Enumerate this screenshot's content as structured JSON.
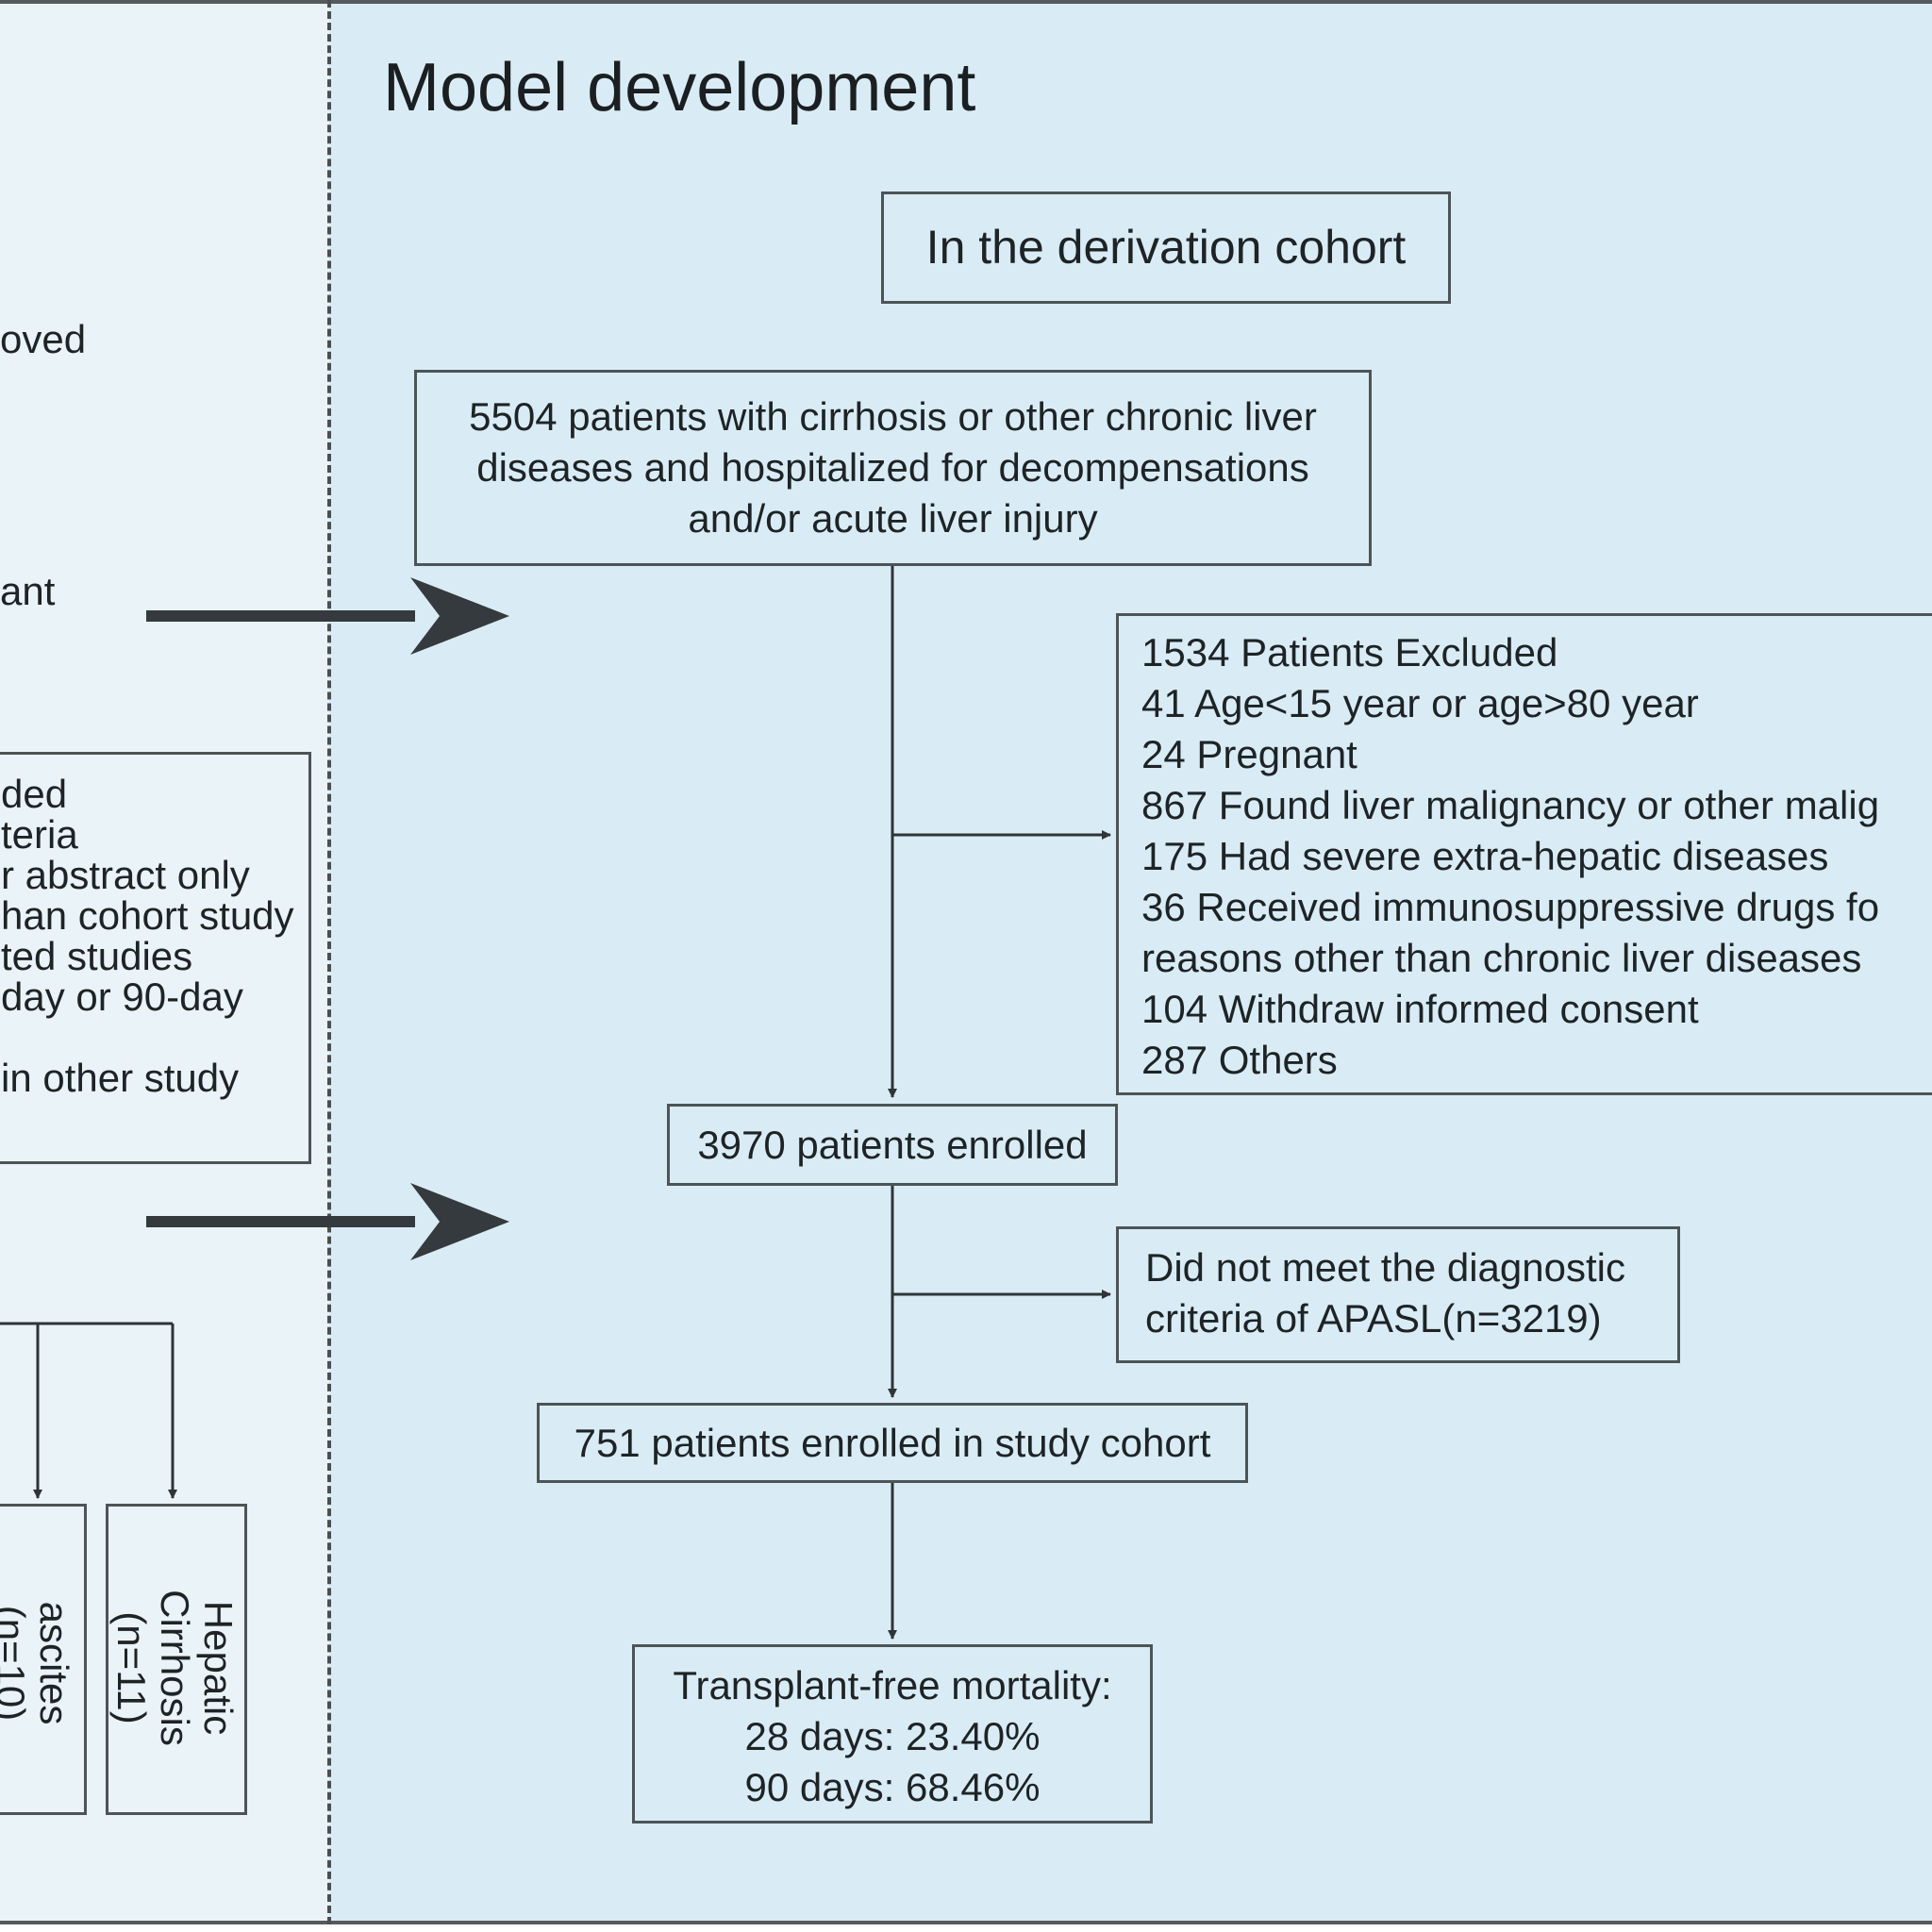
{
  "title": "Model development",
  "derivation_label": "In the derivation cohort",
  "initial_cohort": {
    "lines": [
      "5504 patients with cirrhosis or other chronic liver",
      "diseases and hospitalized for decompensations",
      "and/or acute liver injury"
    ]
  },
  "exclusions": {
    "lines": [
      "1534 Patients Excluded",
      "41 Age<15 year or age>80 year",
      "24 Pregnant",
      "867 Found liver malignancy or other malig",
      "175 Had severe extra-hepatic diseases",
      "36 Received immunosuppressive drugs fo",
      "reasons other than chronic liver diseases",
      "104 Withdraw informed consent",
      "287 Others"
    ]
  },
  "enrolled": "3970 patients enrolled",
  "apasl_exclusion": {
    "lines": [
      "Did not meet the diagnostic",
      "criteria of APASL(n=3219)"
    ]
  },
  "study_cohort": "751 patients enrolled in study cohort",
  "outcome": {
    "lines": [
      "Transplant-free mortality:",
      "28 days: 23.40%",
      "90 days: 68.46%"
    ]
  },
  "left_panel": {
    "fragments": [
      "oved",
      "ant"
    ],
    "exclusion_box_lines": [
      "ded",
      "teria",
      "r abstract only",
      "han cohort study",
      "ted studies",
      "day or 90-day",
      "",
      "in other study"
    ],
    "subgroup_ascites": [
      "ascites",
      "(n=10)"
    ],
    "subgroup_cirrhosis": [
      "Hepatic",
      "Cirrhosis",
      "(n=11)"
    ]
  }
}
